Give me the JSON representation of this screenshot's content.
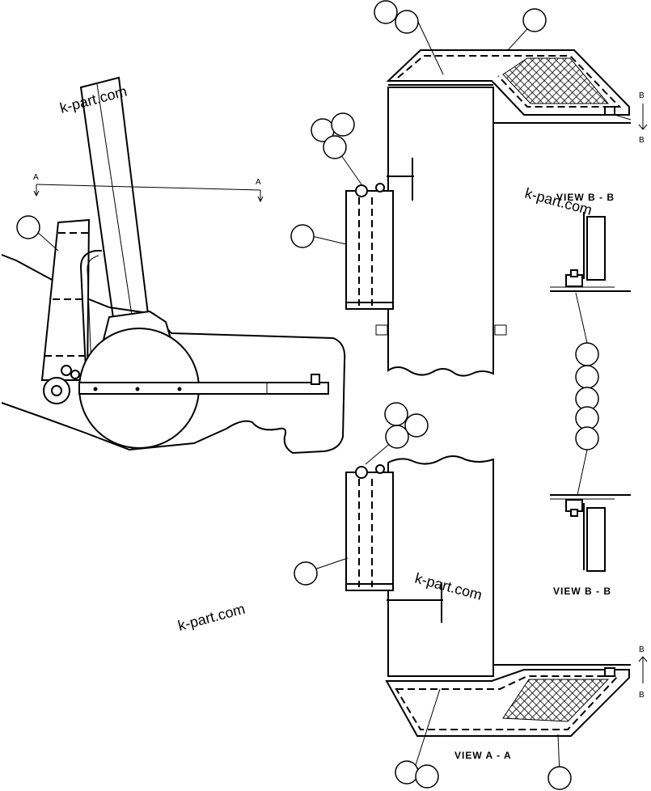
{
  "labels": {
    "view_aa": "VIEW A - A",
    "view_bb_top": "VIEW B - B",
    "view_bb_bottom": "VIEW B - B",
    "section_a_left": "A",
    "section_a_right": "A",
    "section_b_top_1": "B",
    "section_b_top_2": "B",
    "section_b_bottom_1": "B",
    "section_b_bottom_2": "B"
  },
  "watermark": "k-part.com"
}
